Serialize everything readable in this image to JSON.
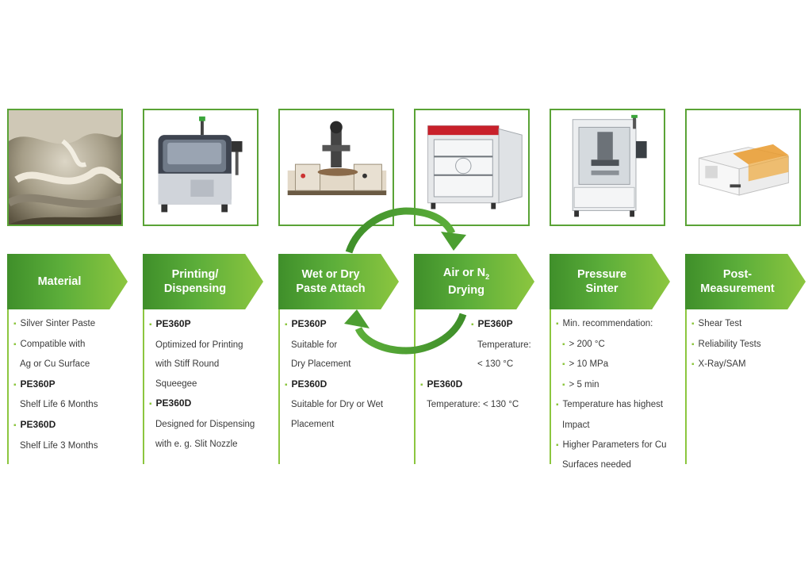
{
  "colors": {
    "accent_dark": "#3f8f2a",
    "accent_light": "#8cc63f",
    "border": "#5aa336"
  },
  "images": [
    {
      "name": "silver-sinter-paste-photo"
    },
    {
      "name": "stencil-printer-photo"
    },
    {
      "name": "die-bonder-photo"
    },
    {
      "name": "drying-oven-photo"
    },
    {
      "name": "sinter-press-photo"
    },
    {
      "name": "inspection-machine-photo"
    }
  ],
  "steps": [
    {
      "title": "Material"
    },
    {
      "title": "Printing/\nDispensing"
    },
    {
      "title": "Wet or Dry\nPaste Attach"
    },
    {
      "title_main": "Air or N",
      "title_sub": "2",
      "title_end": "Drying"
    },
    {
      "title": "Pressure\nSinter"
    },
    {
      "title": "Post-\nMeasurement"
    }
  ],
  "material": {
    "l1": "Silver Sinter Paste",
    "l2": "Compatible with",
    "l3": "Ag or Cu Surface",
    "l4": "PE360P",
    "l5": "Shelf Life 6 Months",
    "l6": "PE360D",
    "l7": "Shelf Life 3 Months"
  },
  "printing": {
    "l1": "PE360P",
    "l2": "Optimized for Printing",
    "l3": "with Stiff Round",
    "l4": "Squeegee",
    "l5": "PE360D",
    "l6": "Designed for Dispensing",
    "l7": "with e. g. Slit Nozzle"
  },
  "attach": {
    "l1": "PE360P",
    "l2": "Suitable for",
    "l3": "Dry Placement",
    "l4": "PE360D",
    "l5": "Suitable for Dry or Wet",
    "l6": "Placement"
  },
  "drying": {
    "l1": "PE360P",
    "l2": "Temperature:",
    "l3": "< 130 °C",
    "l4": "PE360D",
    "l5": "Temperature: < 130 °C"
  },
  "sinter": {
    "l1": "Min. recommendation:",
    "l2": "> 200 °C",
    "l3": "> 10 MPa",
    "l4": "> 5 min",
    "l5": "Temperature has highest",
    "l6": "Impact",
    "l7": "Higher Parameters for Cu",
    "l8": "Surfaces needed"
  },
  "post": {
    "l1": "Shear Test",
    "l2": "Reliability Tests",
    "l3": "X-Ray/SAM"
  }
}
